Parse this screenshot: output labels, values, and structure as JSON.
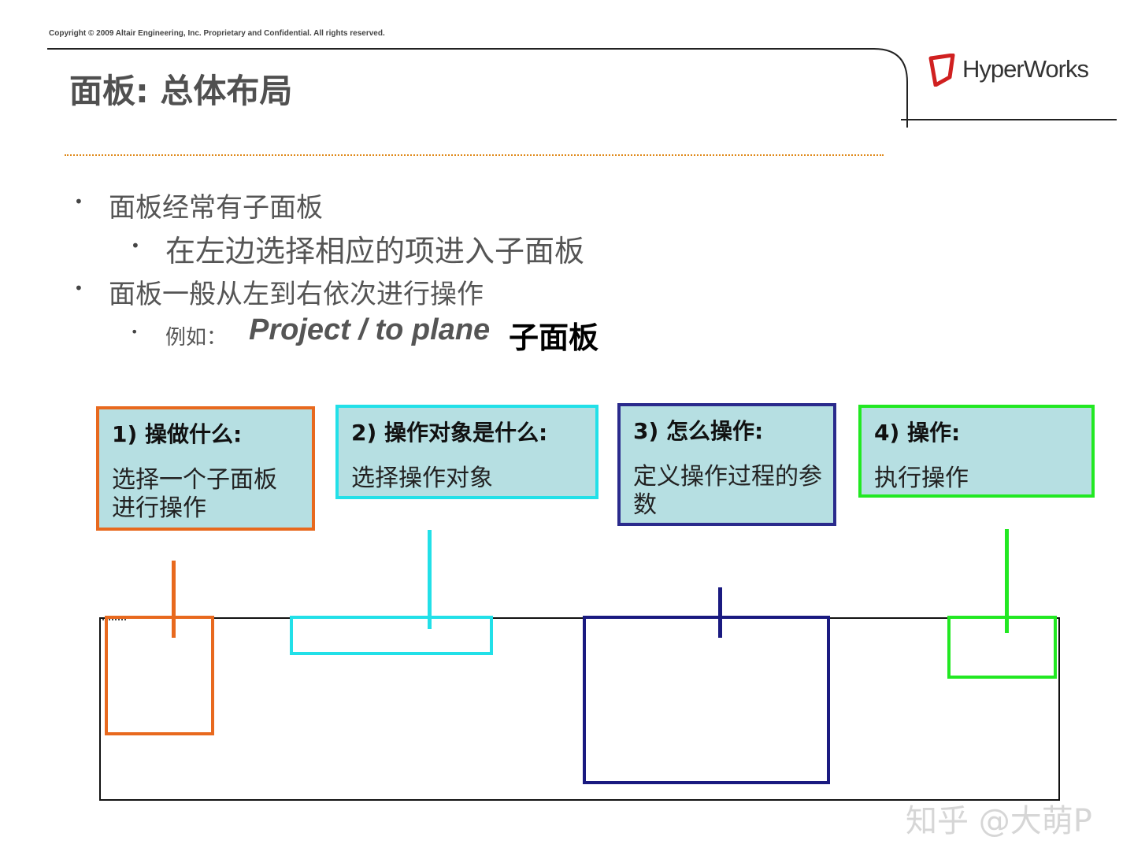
{
  "header": {
    "copyright": "Copyright © 2009 Altair Engineering, Inc. Proprietary and Confidential. All rights reserved.",
    "logo_text": "HyperWorks",
    "logo_mark": "r",
    "title": "面板: 总体布局"
  },
  "bullets": [
    {
      "level": 1,
      "text": "面板经常有子面板"
    },
    {
      "level": 2,
      "text": "在左边选择相应的项进入子面板"
    },
    {
      "level": 1,
      "text": "面板一般从左到右依次进行操作"
    },
    {
      "level": 2,
      "prefix": "例如：",
      "italic": "Project / to plane",
      "suffix": "子面板"
    }
  ],
  "callouts": [
    {
      "heading": "1)  操做什么:",
      "body": "选择一个子面板进行操作",
      "color": "#e8691e"
    },
    {
      "heading": "2)  操作对象是什么:",
      "body": "选择操作对象",
      "color": "#22e0e8"
    },
    {
      "heading": "3)  怎么操作:",
      "body": "定义操作过程的参数",
      "color": "#2a2a8c"
    },
    {
      "heading": "4) 操作:",
      "body": "执行操作",
      "color": "#22e822"
    }
  ],
  "watermark": "知乎 @大萌P",
  "colors": {
    "orange": "#e8691e",
    "cyan": "#22e0e8",
    "navy": "#1a1a80",
    "green": "#22e822",
    "dotline": "#e08a1c",
    "callout_bg": "#b6dfe2"
  }
}
